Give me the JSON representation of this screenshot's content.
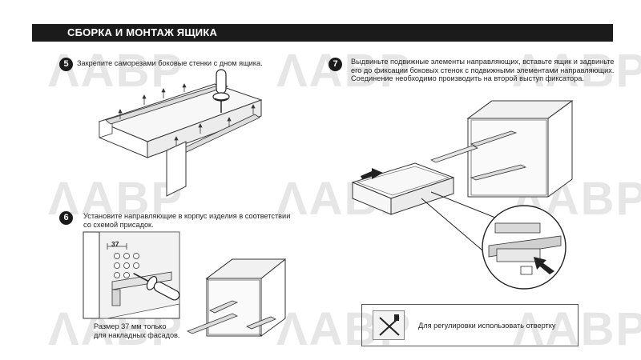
{
  "header": {
    "title": "СБОРКА И МОНТАЖ ЯЩИКА"
  },
  "watermark": {
    "text": "ΛABP"
  },
  "steps": [
    {
      "number": "5",
      "text": "Закрепите саморезами боковые стенки с дном ящика."
    },
    {
      "number": "6",
      "text_line1": "Установите направляющие в корпус изделия в соответствии",
      "text_line2": "со схемой присадок."
    },
    {
      "number": "7",
      "text_line1": "Выдвиньте подвижные элементы направляющих, вставьте ящик и задвиньте",
      "text_line2": "его до фиксации боковых стенок с подвижными элементами направляющих.",
      "text_line3": "Соединение необходимо производить на второй выступ фиксатора."
    }
  ],
  "dimension_label": "37",
  "size_note": {
    "line1": "Размер 37 мм только",
    "line2": "для накладных фасадов."
  },
  "hint": {
    "text": "Для регулировки использовать отвертку",
    "icon": "screwdriver-crossed-icon"
  }
}
